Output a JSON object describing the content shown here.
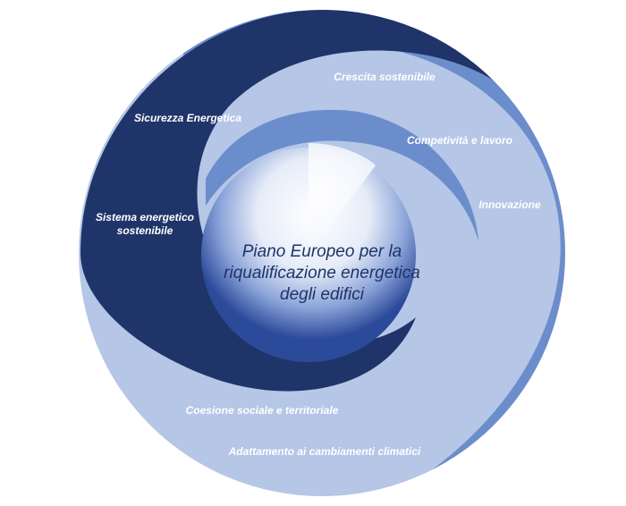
{
  "center_title": {
    "line1": "Piano Europeo per la",
    "line2": "riqualificazione energetica",
    "line3": "degli edifici"
  },
  "themes": {
    "sicurezza": "Sicurezza Energetica",
    "sistema_line1": "Sistema energetico",
    "sistema_line2": "sostenibile",
    "crescita": "Crescita sostenibile",
    "competitivita": "Competività e lavoro",
    "innovazione": "Innovazione",
    "coesione": "Coesione sociale e territoriale",
    "adattamento": "Adattamento ai cambiamenti climatici"
  },
  "colors": {
    "dark_navy": "#1f3468",
    "medium_blue": "#6b8dcc",
    "light_blue": "#b5c6e6",
    "center_glow": "#ffffff"
  }
}
